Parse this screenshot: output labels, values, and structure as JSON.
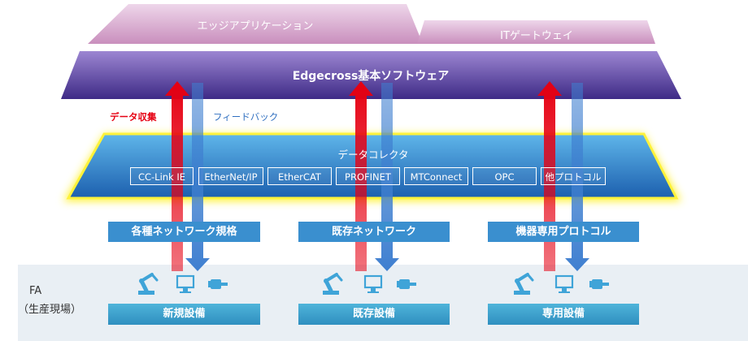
{
  "edge_app": "エッジアプリケーション",
  "it_gateway": "ITゲートウェイ",
  "base_software": "Edgecross基本ソフトウェア",
  "flows": {
    "collect": "データ収集",
    "feedback": "フィードバック"
  },
  "collector": {
    "title": "データコレクタ",
    "protocols": [
      "CC-Link IE",
      "EtherNet/IP",
      "EtherCAT",
      "PROFINET",
      "MTConnect",
      "OPC",
      "他プロトコル"
    ]
  },
  "networks": [
    "各種ネットワーク規格",
    "既存ネットワーク",
    "機器専用プロトコル"
  ],
  "fa": {
    "line1": "FA",
    "line2": "（生産現場）"
  },
  "equipment": [
    "新規設備",
    "既存設備",
    "専用設備"
  ],
  "icons": [
    "robot-arm-icon",
    "monitor-icon",
    "motor-icon"
  ],
  "colors": {
    "edge_layer": "#d8aed0",
    "base_layer": "#6e55ad",
    "collector_layer": "#2f7fc4",
    "glow": "#fff23a",
    "collect_arrow": "#e60012",
    "feedback_arrow": "#3f7fd0",
    "network_bar": "#3a8fcf",
    "equipment_bar": "#3aa3d3",
    "fa_background": "#e9eff4"
  }
}
